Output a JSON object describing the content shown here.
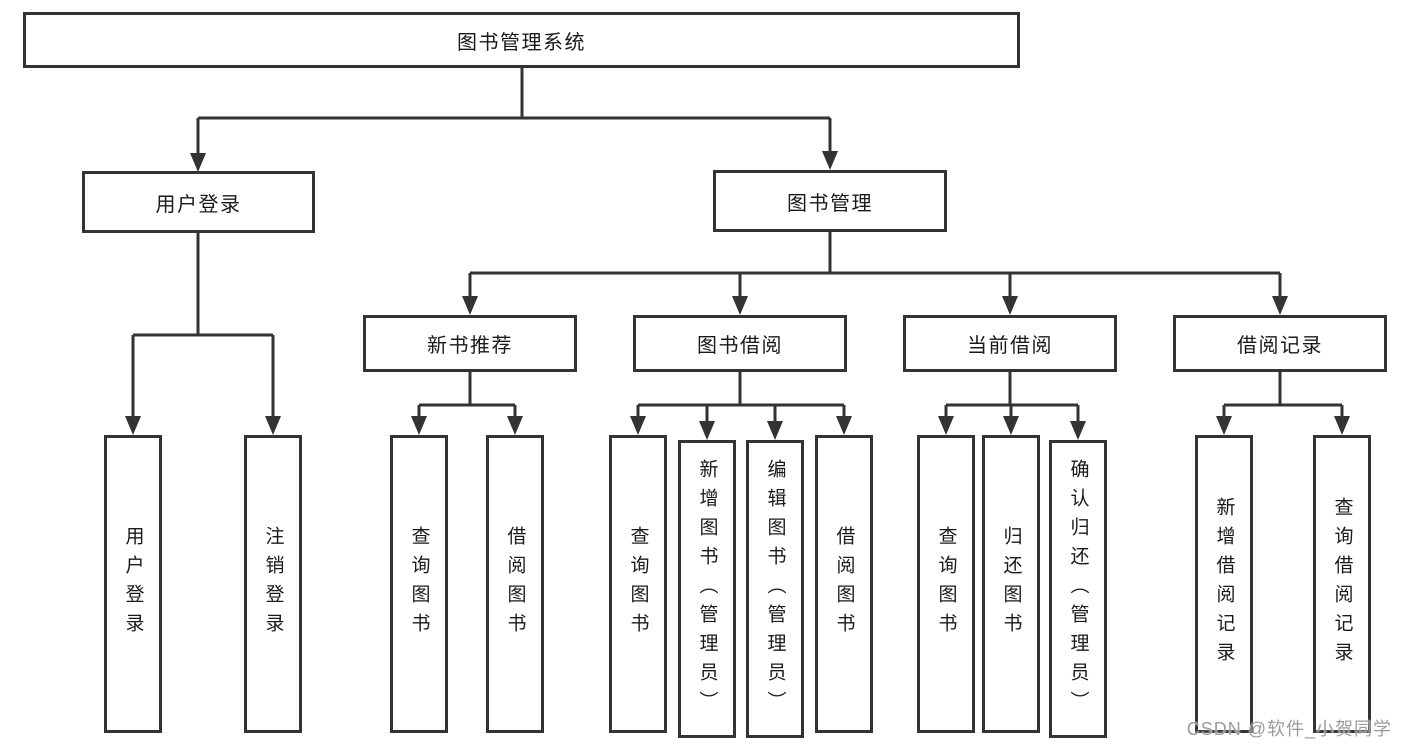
{
  "diagram": {
    "root": {
      "label": "图书管理系统"
    },
    "branches": [
      {
        "label": "用户登录",
        "children": [
          {
            "label": "用户登录"
          },
          {
            "label": "注销登录"
          }
        ]
      },
      {
        "label": "图书管理",
        "children": [
          {
            "label": "新书推荐",
            "children": [
              {
                "label": "查询图书"
              },
              {
                "label": "借阅图书"
              }
            ]
          },
          {
            "label": "图书借阅",
            "children": [
              {
                "label": "查询图书"
              },
              {
                "label": "新增图书（管理员）"
              },
              {
                "label": "编辑图书（管理员）"
              },
              {
                "label": "借阅图书"
              }
            ]
          },
          {
            "label": "当前借阅",
            "children": [
              {
                "label": "查询图书"
              },
              {
                "label": "归还图书"
              },
              {
                "label": "确认归还（管理员）"
              }
            ]
          },
          {
            "label": "借阅记录",
            "children": [
              {
                "label": "新增借阅记录"
              },
              {
                "label": "查询借阅记录"
              }
            ]
          }
        ]
      }
    ]
  },
  "watermark": {
    "text": "CSDN @软件_小贺同学"
  },
  "colors": {
    "line": "#333333",
    "box_border": "#333333",
    "text": "#1a1a1a",
    "watermark": "#9c9c9c",
    "background": "#ffffff"
  }
}
